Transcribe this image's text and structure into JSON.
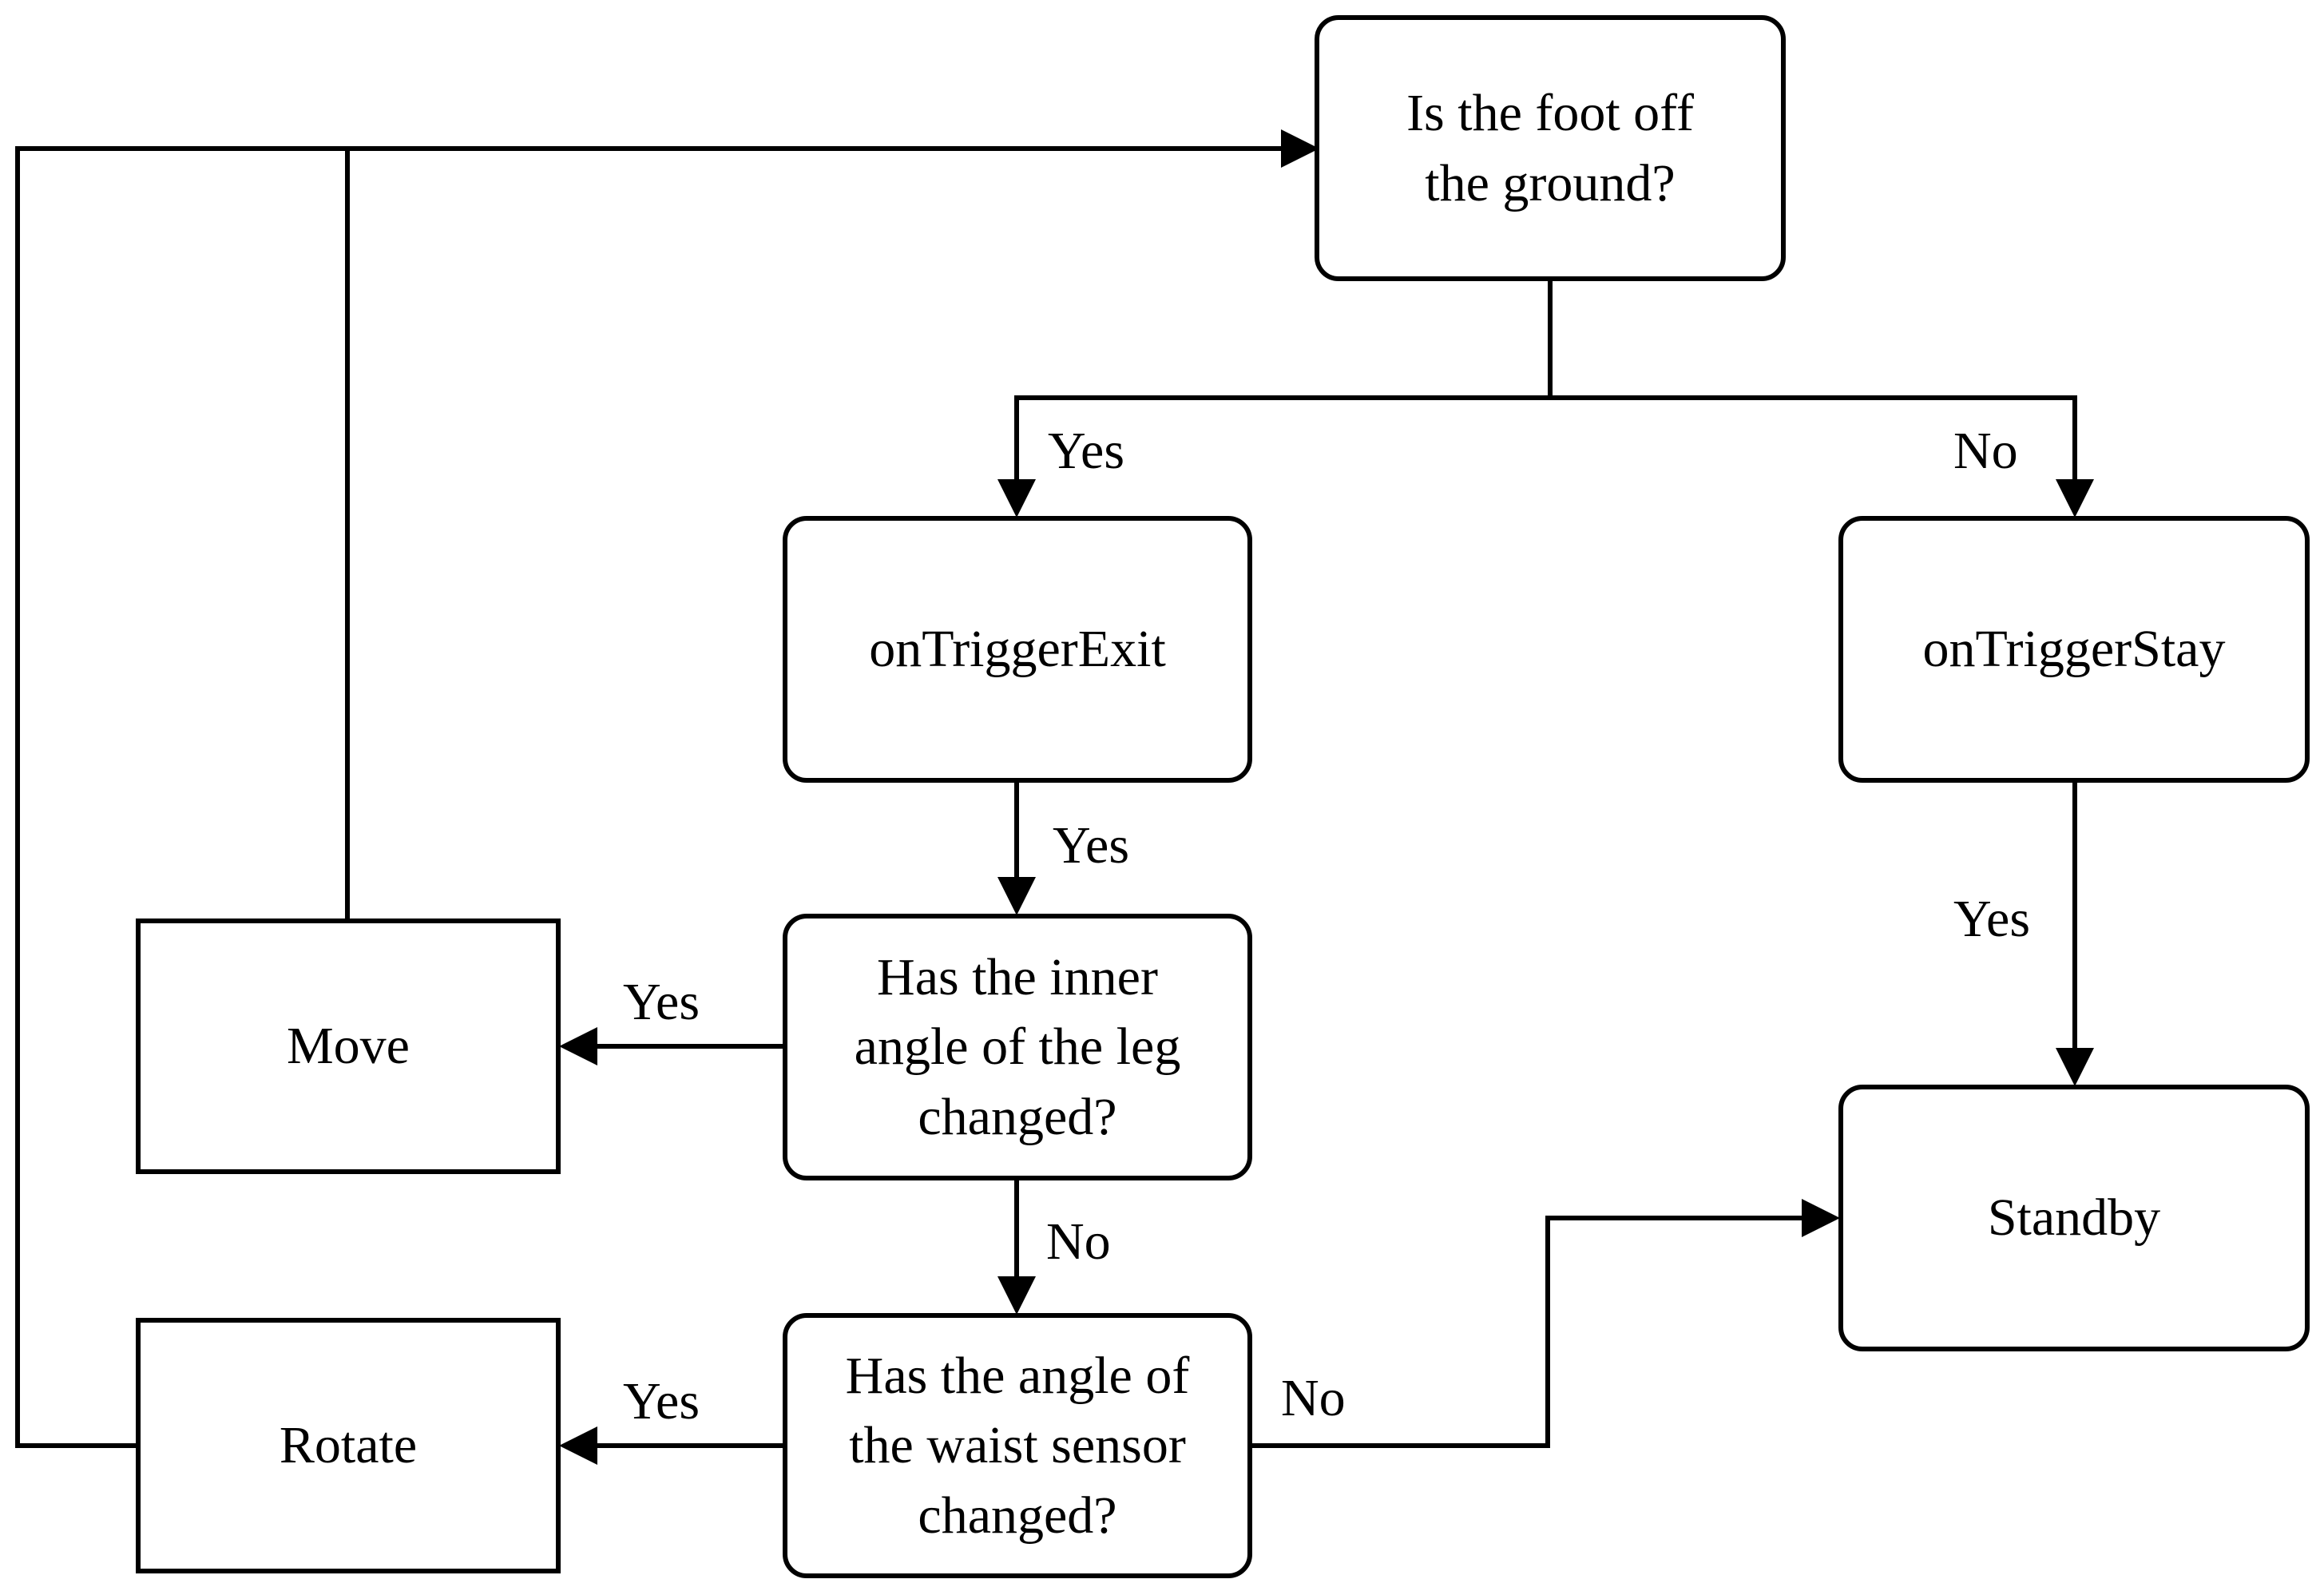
{
  "nodes": {
    "foot_off": {
      "text": "Is the foot off\nthe ground?"
    },
    "on_trigger_exit": {
      "text": "onTriggerExit"
    },
    "on_trigger_stay": {
      "text": "onTriggerStay"
    },
    "inner_angle": {
      "text": "Has the inner\nangle of the leg\nchanged?"
    },
    "waist_angle": {
      "text": "Has the angle of\nthe waist sensor\nchanged?"
    },
    "move": {
      "text": "Move"
    },
    "rotate": {
      "text": "Rotate"
    },
    "standby": {
      "text": "Standby"
    }
  },
  "edges": {
    "foot_yes": "Yes",
    "foot_no": "No",
    "exit_yes": "Yes",
    "stay_yes": "Yes",
    "inner_yes": "Yes",
    "inner_no": "No",
    "waist_yes": "Yes",
    "waist_no": "No"
  },
  "colors": {
    "line": "#000000",
    "background": "#ffffff"
  }
}
